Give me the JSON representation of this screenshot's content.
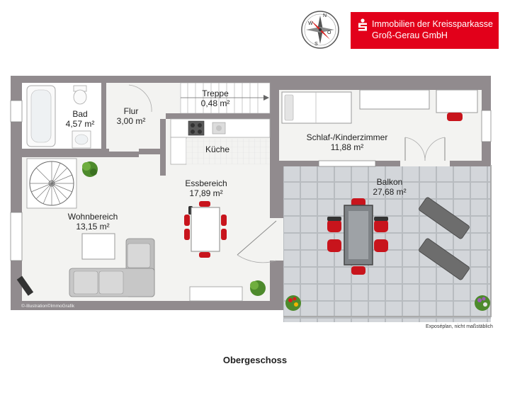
{
  "company": {
    "line1": "Immobilien der Kreissparkasse",
    "line2": "Groß-Gerau GmbH",
    "brand_color": "#e2001a"
  },
  "compass": {
    "letters": [
      "N",
      "O",
      "S",
      "W"
    ]
  },
  "rooms": [
    {
      "id": "bad",
      "name": "Bad",
      "area": "4,57 m²"
    },
    {
      "id": "flur",
      "name": "Flur",
      "area": "3,00 m²"
    },
    {
      "id": "treppe",
      "name": "Treppe",
      "area": "0,48 m²"
    },
    {
      "id": "kueche",
      "name": "Küche",
      "area": ""
    },
    {
      "id": "schlaf",
      "name": "Schlaf-/Kinderzimmer",
      "area": "11,88 m²"
    },
    {
      "id": "ess",
      "name": "Essbereich",
      "area": "17,89 m²"
    },
    {
      "id": "balkon",
      "name": "Balkon",
      "area": "27,68 m²"
    },
    {
      "id": "wohn",
      "name": "Wohnbereich",
      "area": "13,15 m²"
    }
  ],
  "credit": "©-Illustration©ImmoGrafik",
  "note": "Exposéplan, nicht maßstäblich",
  "floor_title": "Obergeschoss"
}
